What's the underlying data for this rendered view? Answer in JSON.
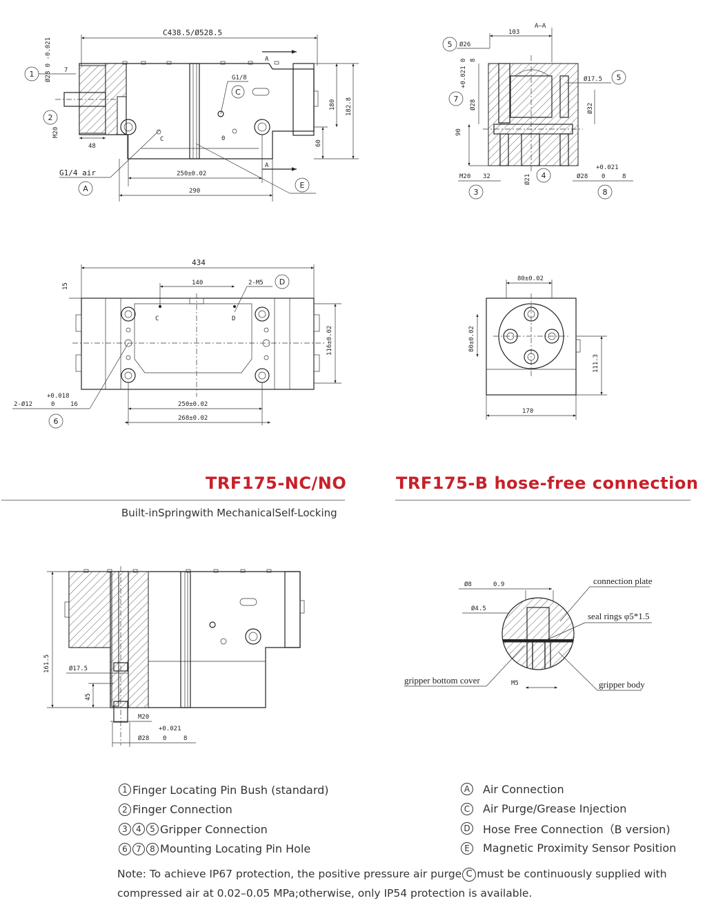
{
  "titles": {
    "main": "TRF175-NC/NO",
    "hose_free": "TRF175-B hose-free connection",
    "subtitle": "Built-inSpringwith MechanicalSelf-Locking"
  },
  "drawing_labels": {
    "top_view": {
      "overall": "C438.5/Ø528.5",
      "bush": "Ø28 0 -0.021",
      "bush_depth": "7",
      "thread": "M20",
      "offset": "48",
      "air": "G1/4 air",
      "purge": "G1/8",
      "pitch": "250±0.02",
      "width": "290",
      "height_a": "180",
      "height_b": "182.8",
      "height_c": "60",
      "section": "A",
      "c_mark": "C",
      "zero": "0"
    },
    "section_aa": {
      "title": "A—A",
      "w103": "103",
      "d26": "Ø26",
      "depth8": "8",
      "d28": "Ø28",
      "tol": "+0.021 0",
      "d17": "Ø17.5",
      "d32": "Ø32",
      "h90": "90",
      "m20": "M20",
      "depth32": "32",
      "d21": "Ø21",
      "d28b": "Ø28",
      "depth8b": "8"
    },
    "plan_view": {
      "length": "434",
      "pitch140": "140",
      "m5": "2-M5",
      "gap15": "15",
      "height116": "116±0.02",
      "pin": "2-Ø12",
      "pin_tol": "+0.018 0",
      "pin_depth": "16",
      "pitch250": "250±0.02",
      "pitch268": "268±0.02",
      "c_mark": "C",
      "d_mark": "D"
    },
    "end_view": {
      "pcd_w": "80±0.02",
      "pcd_h": "80±0.02",
      "height": "111.3",
      "width": "170"
    },
    "side_section": {
      "h161": "161.5",
      "d17": "Ø17.5",
      "h45": "45",
      "m20": "M20",
      "d28": "Ø28",
      "tol": "+0.021 0",
      "depth8": "8"
    },
    "detail": {
      "d8": "Ø8",
      "depth09": "0.9",
      "d45": "Ø4.5",
      "plate": "connection plate",
      "seal": "seal rings φ5*1.5",
      "cover": "gripper bottom cover",
      "m5": "M5",
      "body": "gripper body"
    }
  },
  "legend_left": [
    {
      "markers": [
        "1"
      ],
      "text": "Finger Locating Pin Bush (standard)"
    },
    {
      "markers": [
        "2"
      ],
      "text": "Finger Connection"
    },
    {
      "markers": [
        "3",
        "4",
        "5"
      ],
      "text": "Gripper Connection"
    },
    {
      "markers": [
        "6",
        "7",
        "8"
      ],
      "text": "Mounting Locating Pin Hole"
    }
  ],
  "legend_right": [
    {
      "markers": [
        "A"
      ],
      "text": "Air Connection"
    },
    {
      "markers": [
        "C"
      ],
      "text": "Air Purge/Grease Injection"
    },
    {
      "markers": [
        "D"
      ],
      "text": "Hose Free Connection（B version)"
    },
    {
      "markers": [
        "E"
      ],
      "text": "Magnetic Proximity Sensor Position"
    }
  ],
  "note": {
    "before": "Note: To achieve IP67 protection, the positive pressure air purge",
    "marker": "C",
    "after": "must be continuously supplied with compressed air at 0.02–0.05 MPa;otherwise, only IP54 protection is available."
  },
  "colors": {
    "title_red": "#c8202a",
    "line": "#222222",
    "rule": "#777777"
  }
}
